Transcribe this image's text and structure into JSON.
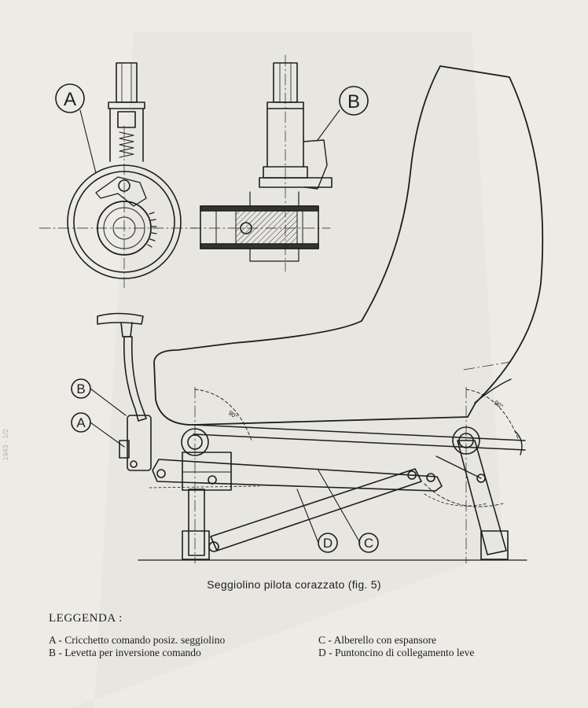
{
  "callouts": {
    "A": "A",
    "B": "B",
    "C": "C",
    "D": "D"
  },
  "angles": {
    "seat_front": "90°",
    "seat_rear": "90°"
  },
  "caption": "Seggiolino pilota corazzato (fig. 5)",
  "legend": {
    "title": "LEGGENDA :",
    "items": [
      "A - Cricchetto comando posiz. seggiolino",
      "B - Levetta per inversione comando",
      "C - Alberello con espansore",
      "D - Puntoncino di collegamento leve"
    ]
  },
  "margin_mark": "1943 · 1/2",
  "colors": {
    "paper": "#ecebe6",
    "ink": "#1e1e1e"
  }
}
